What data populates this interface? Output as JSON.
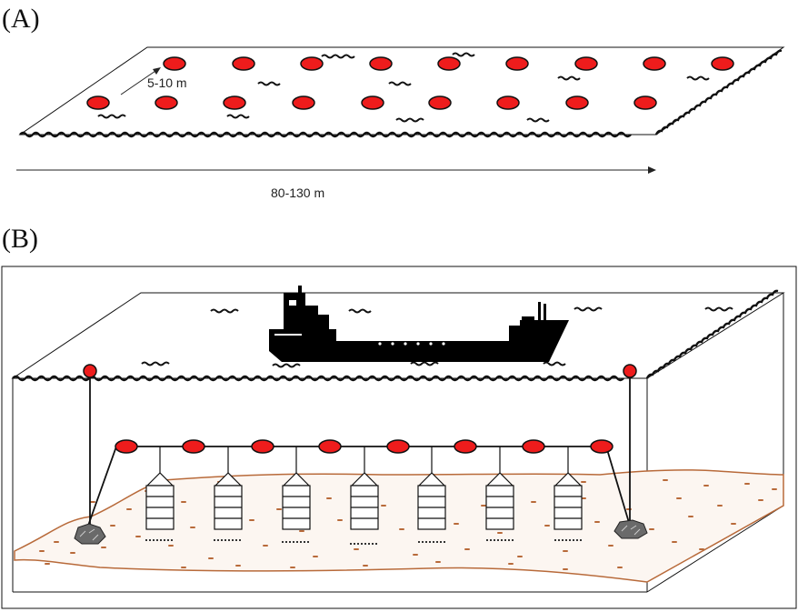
{
  "panel_a": {
    "label": "(A)",
    "width_label": "80-130 m",
    "spacing_label": "5-10 m"
  },
  "panel_b": {
    "label": "(B)"
  },
  "colors": {
    "buoy_red": "#ee1c1c",
    "line": "#111111",
    "seabed": "#b86a3a",
    "seabed_fill": "#fcf6f1",
    "ship": "#000000"
  },
  "icons": [
    "ship-icon",
    "wave-icon",
    "buoy-icon",
    "anchor-rock-icon",
    "lantern-net-icon"
  ]
}
